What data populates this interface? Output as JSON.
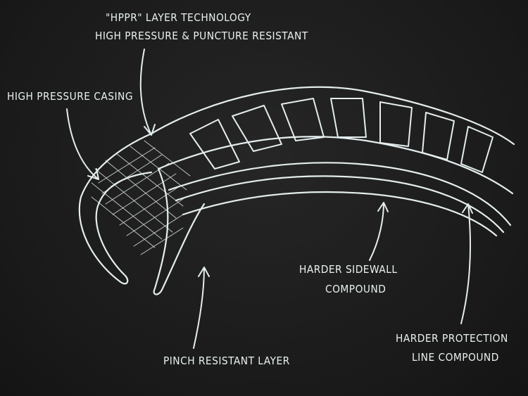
{
  "labels": {
    "hppr_title": "\"HPPR\" LAYER TECHNOLOGY",
    "hppr_subtitle": "HIGH PRESSURE & PUNCTURE RESISTANT",
    "casing": "HIGH PRESSURE CASING",
    "sidewall_line1": "HARDER SIDEWALL",
    "sidewall_line2": "COMPOUND",
    "protection_line1": "HARDER PROTECTION",
    "protection_line2": "LINE COMPOUND",
    "pinch": "PINCH RESISTANT LAYER"
  },
  "colors": {
    "background": "#1b1b1b",
    "line": "#e9f0f0"
  }
}
